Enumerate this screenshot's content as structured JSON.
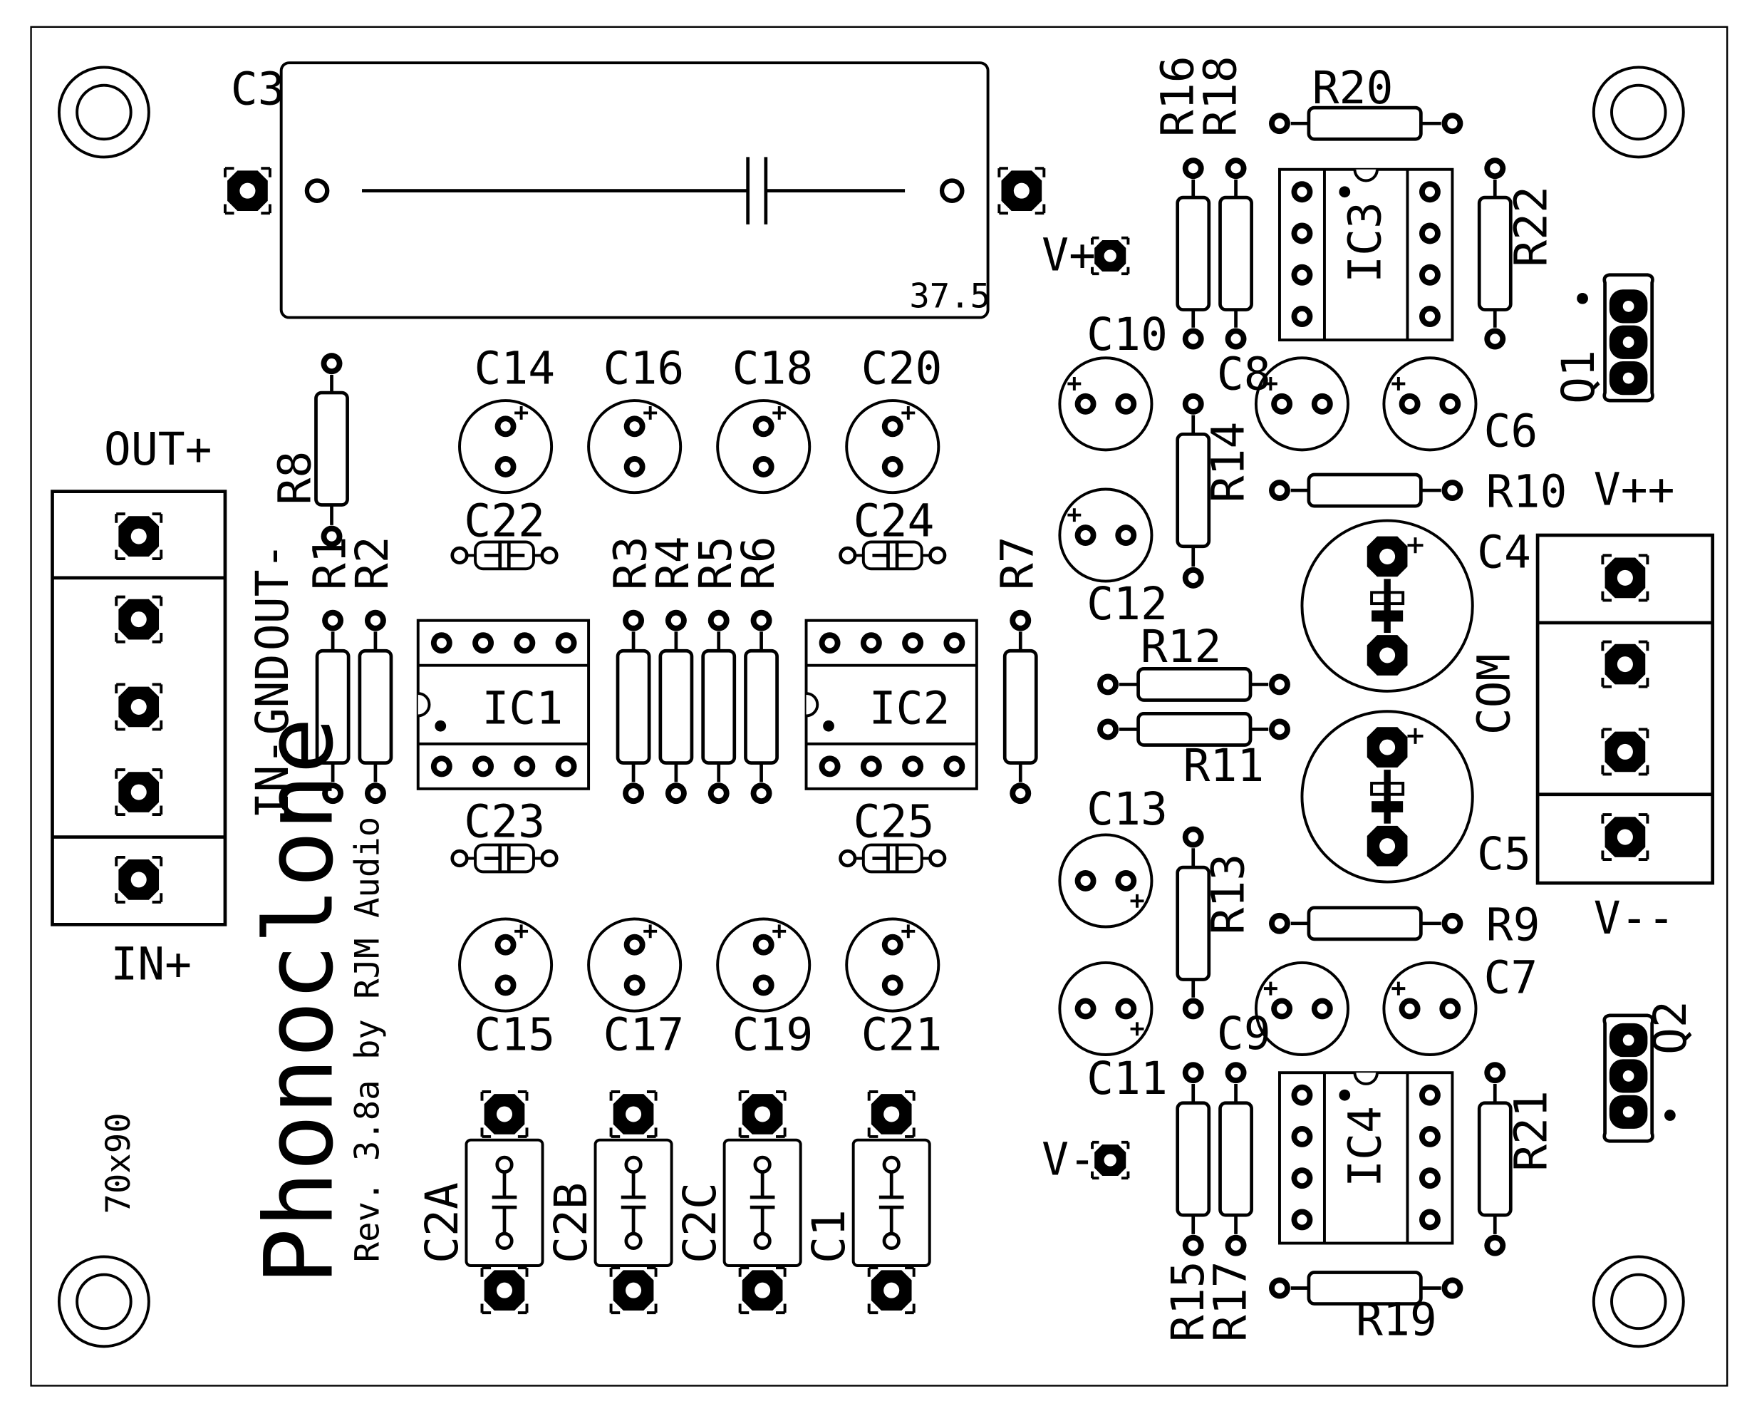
{
  "board": {
    "title": "Phonoclone",
    "subtitle": "Rev. 3.8a by RJM Audio",
    "size": "70x90",
    "c3_value": "37.5"
  },
  "labels": {
    "C3": "C3",
    "C14": "C14",
    "C16": "C16",
    "C18": "C18",
    "C20": "C20",
    "C10": "C10",
    "C12": "C12",
    "C8": "C8",
    "C6": "C6",
    "C4": "C4",
    "C5": "C5",
    "C22": "C22",
    "C24": "C24",
    "C23": "C23",
    "C25": "C25",
    "C13": "C13",
    "C11": "C11",
    "C9": "C9",
    "C7": "C7",
    "C15": "C15",
    "C17": "C17",
    "C19": "C19",
    "C21": "C21",
    "C2A": "C2A",
    "C2B": "C2B",
    "C2C": "C2C",
    "C1": "C1",
    "R1": "R1",
    "R2": "R2",
    "R3": "R3",
    "R4": "R4",
    "R5": "R5",
    "R6": "R6",
    "R7": "R7",
    "R8": "R8",
    "R9": "R9",
    "R10": "R10",
    "R11": "R11",
    "R12": "R12",
    "R13": "R13",
    "R14": "R14",
    "R15": "R15",
    "R16": "R16",
    "R17": "R17",
    "R18": "R18",
    "R19": "R19",
    "R20": "R20",
    "R21": "R21",
    "R22": "R22",
    "IC1": "IC1",
    "IC2": "IC2",
    "IC3": "IC3",
    "IC4": "IC4",
    "Q1": "Q1",
    "Q2": "Q2",
    "OUT_PLUS": "OUT+",
    "IN_PLUS": "IN+",
    "OUT_MINUS": "OUT-",
    "GND": "GND",
    "IN_MINUS": "IN-",
    "V_PLUS": "V+",
    "V_MINUS": "V-",
    "V_PLUSPLUS": "V++",
    "COM": "COM",
    "V_MINUSMINUS": "V--"
  }
}
